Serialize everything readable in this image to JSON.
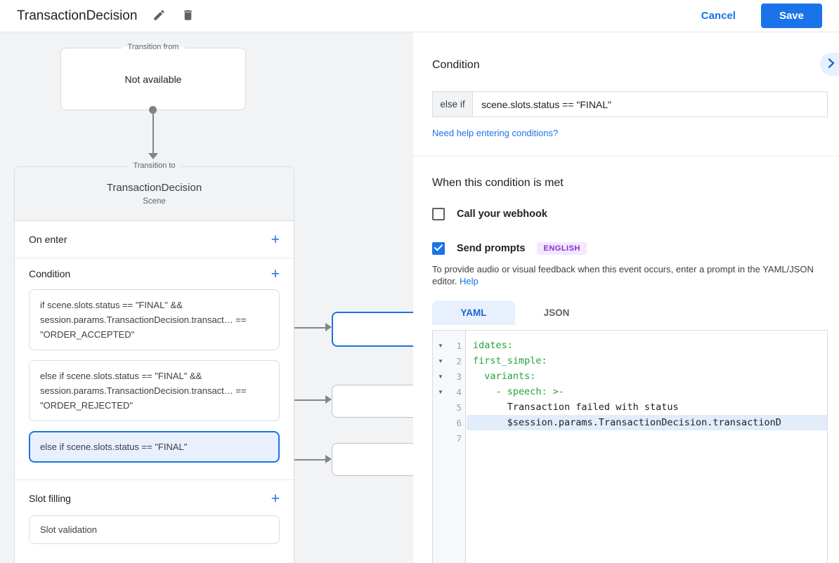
{
  "colors": {
    "accent": "#1a73e8",
    "selection_bg": "#e8f0fe",
    "code_key_green": "#23a33c",
    "badge_bg": "#f3e8fd",
    "badge_text": "#8430ce",
    "canvas_bg": "#f1f3f4"
  },
  "icons": {
    "edit": "pencil-icon",
    "delete": "trash-icon",
    "collapse": "chevron-right-icon",
    "add": "plus-icon",
    "fold": "triangle-down-icon"
  },
  "header": {
    "title": "TransactionDecision",
    "cancel_label": "Cancel",
    "save_label": "Save"
  },
  "diagram": {
    "transition_from": {
      "legend": "Transition from",
      "value": "Not available"
    },
    "transition_to": {
      "legend": "Transition to",
      "title": "TransactionDecision",
      "subtitle": "Scene",
      "on_enter_label": "On enter",
      "condition_label": "Condition",
      "slot_filling_label": "Slot filling",
      "slot_validation_label": "Slot validation",
      "conditions": [
        {
          "text": "if scene.slots.status == \"FINAL\" && session.params.TransactionDecision.transact… == \"ORDER_ACCEPTED\"",
          "selected": false
        },
        {
          "text": "else if scene.slots.status == \"FINAL\" && session.params.TransactionDecision.transact… == \"ORDER_REJECTED\"",
          "selected": false
        },
        {
          "text": "else if scene.slots.status == \"FINAL\"",
          "selected": true
        }
      ]
    }
  },
  "panel": {
    "heading": "Condition",
    "condition_prefix": "else if",
    "condition_value": "scene.slots.status == \"FINAL\"",
    "help_link": "Need help entering conditions?",
    "when_met_heading": "When this condition is met",
    "webhook_label": "Call your webhook",
    "webhook_checked": false,
    "prompts_label": "Send prompts",
    "prompts_checked": true,
    "language_badge": "ENGLISH",
    "prompt_hint": "To provide audio or visual feedback when this event occurs, enter a prompt in the YAML/JSON editor.",
    "hint_help_label": "Help",
    "tabs": [
      {
        "label": "YAML",
        "active": true
      },
      {
        "label": "JSON",
        "active": false
      }
    ]
  },
  "editor": {
    "lines": [
      {
        "num": "1",
        "text": "idates:"
      },
      {
        "num": "2",
        "text": "first_simple:"
      },
      {
        "num": "3",
        "text": "  variants:"
      },
      {
        "num": "4",
        "text": "    - speech: >-"
      },
      {
        "num": "5",
        "text": "      Transaction failed with status"
      },
      {
        "num": "6",
        "text": "      $session.params.TransactionDecision.transactionD"
      },
      {
        "num": "7",
        "text": ""
      }
    ]
  }
}
